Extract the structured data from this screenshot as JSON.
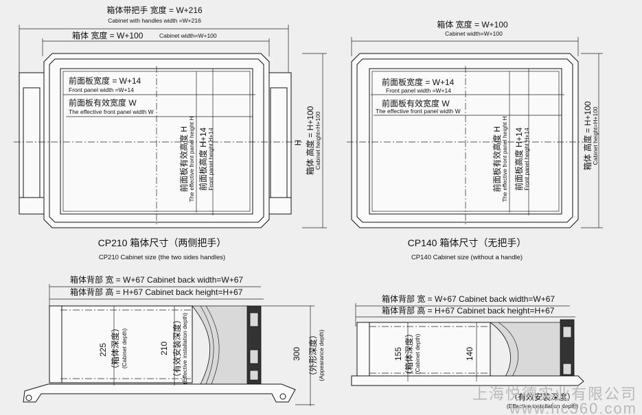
{
  "cp210": {
    "dim_handles_cn": "箱体带把手  宽度 = W+216",
    "dim_handles_en": "Cabinet with handles width =W+216",
    "dim_width_cn": "箱体  宽度 = W+100",
    "dim_width_en": "Cabinet width=W+100",
    "fp_width_cn": "前面板宽度 = W+14",
    "fp_width_en": "Front panel width =W+14",
    "fp_eff_width_cn": "前面板有效宽度  W",
    "fp_eff_width_en": "The effective front panel width W",
    "fp_eff_height_cn": "前面板有效高度  H",
    "fp_eff_height_en": "The effective front panel height H",
    "fp_height_cn": "前面板高度 H+14",
    "fp_height_en": "Front panel height H+14",
    "h_label": "H",
    "cab_height_cn": "箱体  高度 = H+100",
    "cab_height_en": "Cabinet height=H+100",
    "title": "CP210 箱体尺寸（两侧把手）",
    "subtitle": "CP210 Cabinet size (the two sides handles)"
  },
  "cp140": {
    "dim_width_cn": "箱体  宽度 = W+100",
    "dim_width_en": "Cabinet width=W+100",
    "fp_width_cn": "前面板宽度 = W+14",
    "fp_width_en": "Front panel width =W+14",
    "fp_eff_width_cn": "前面板有效宽度  W",
    "fp_eff_width_en": "The effective front panel width W",
    "fp_eff_height_cn": "前面板有效高度  H",
    "fp_eff_height_en": "The effective front panel height H",
    "fp_height_cn": "前面板高度 H+14",
    "fp_height_en": "Front panel height H+14",
    "cab_height_cn": "箱体  高度 = H+100",
    "cab_height_en": "Cabinet height=H+100",
    "title": "CP140 箱体尺寸（无把手）",
    "subtitle": "CP140 Cabinet size (without a handle)"
  },
  "side210": {
    "back_width": "箱体背部  宽 = W+67  Cabinet back width=W+67",
    "back_height": "箱体背部  高 = H+67  Cabinet back height=H+67",
    "depth_value": "225",
    "depth_cn": "（箱体深度）",
    "depth_en": "(Cabinet depth)",
    "install_value": "210",
    "install_cn": "（有效安装深度）",
    "install_en": "(Effective installation depth)",
    "appearance_value": "300",
    "appearance_cn": "（外形深度）",
    "appearance_en": "(Appearance depth)"
  },
  "side140": {
    "back_width": "箱体背部  宽 = W+67  Cabinet back width=W+67",
    "back_height": "箱体背部  高 = H+67  Cabinet back height=H+67",
    "depth_value": "155",
    "depth_cn": "（箱体深度）",
    "depth_en": "(Cabinet depth)",
    "install_value": "140",
    "install_cn": "（有效安装深度）",
    "install_en": "(Effective installation depth)"
  },
  "watermark": {
    "company": "上海悦德实业有限公司",
    "site": "www.hc360.com"
  }
}
